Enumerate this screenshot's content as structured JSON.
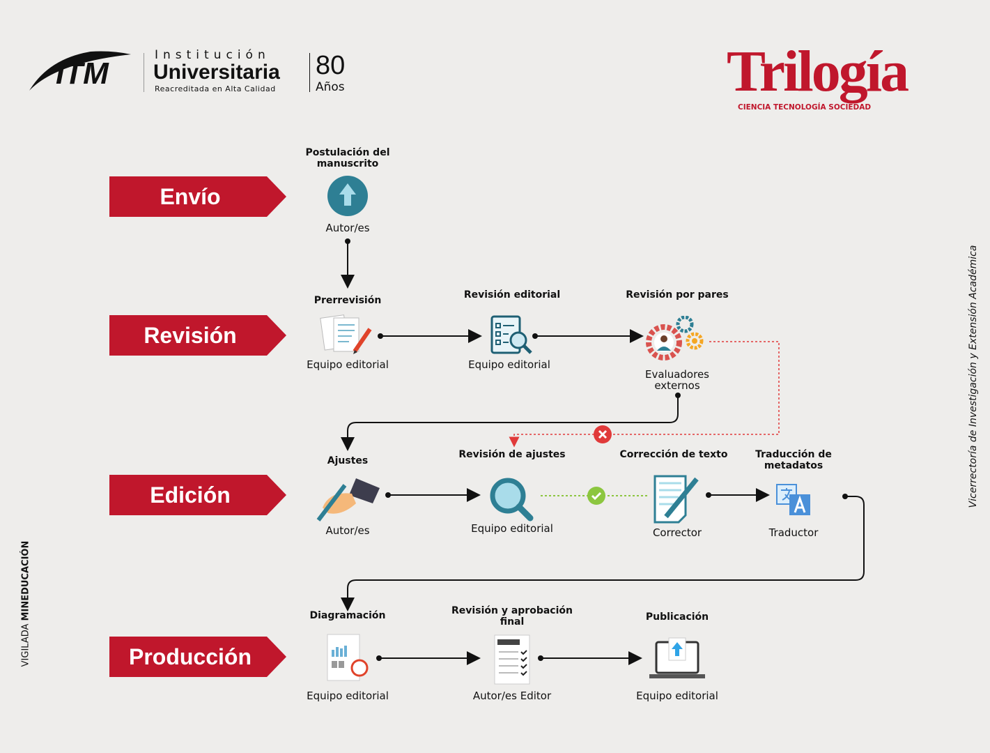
{
  "header": {
    "itm_logo": "ITM",
    "institucion": "Institución",
    "universitaria": "Universitaria",
    "reacreditada": "Reacreditada en Alta Calidad",
    "anniversary_number": "80",
    "anniversary_label": "Años",
    "journal_name": "Trilogía",
    "journal_tagline": "CIENCIA TECNOLOGÍA SOCIEDAD"
  },
  "side": {
    "right_text": "Vicerrectoría de Investigación y Extensión Académica",
    "left_prefix": "VIGILADA ",
    "left_bold": "MINEDUCACIÓN"
  },
  "stages": [
    {
      "label": "Envío"
    },
    {
      "label": "Revisión"
    },
    {
      "label": "Edición"
    },
    {
      "label": "Producción"
    }
  ],
  "nodes": {
    "postulacion": {
      "title": "Postulación del manuscrito",
      "role": "Autor/es"
    },
    "prerrevision": {
      "title": "Prerrevisión",
      "role": "Equipo editorial"
    },
    "revision_editorial": {
      "title": "Revisión editorial",
      "role": "Equipo editorial"
    },
    "revision_pares": {
      "title": "Revisión por pares",
      "role": "Evaluadores externos"
    },
    "ajustes": {
      "title": "Ajustes",
      "role": "Autor/es"
    },
    "revision_ajustes": {
      "title": "Revisión de ajustes",
      "role": "Equipo editorial"
    },
    "correccion": {
      "title": "Corrección de texto",
      "role": "Corrector"
    },
    "traduccion": {
      "title": "Traducción de metadatos",
      "role": "Traductor"
    },
    "diagramacion": {
      "title": "Diagramación",
      "role": "Equipo editorial"
    },
    "revision_final": {
      "title": "Revisión y aprobación final",
      "role": "Autor/es Editor"
    },
    "publicacion": {
      "title": "Publicación",
      "role": "Equipo editorial"
    }
  },
  "colors": {
    "brand_red": "#c0172c",
    "teal": "#2e7f94",
    "reject": "#e03a3a",
    "approve": "#8cc63f"
  }
}
